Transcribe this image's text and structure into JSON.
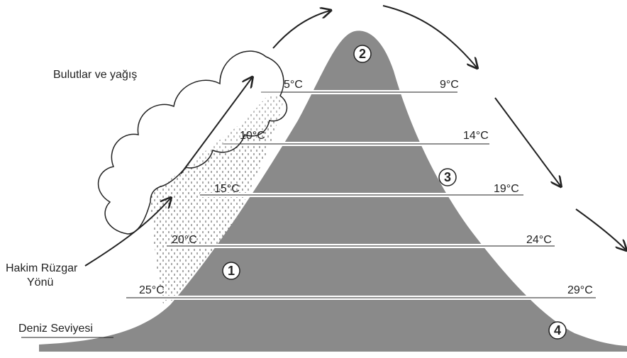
{
  "labels": {
    "clouds": "Bulutlar ve yağış",
    "wind_line1": "Hakim Rüzgar",
    "wind_line2": "Yönü",
    "sea_level": "Deniz Seviyesi"
  },
  "levels": [
    {
      "left": "5°C",
      "right": "9°C"
    },
    {
      "left": "10°C",
      "right": "14°C"
    },
    {
      "left": "15°C",
      "right": "19°C"
    },
    {
      "left": "20°C",
      "right": "24°C"
    },
    {
      "left": "25°C",
      "right": "29°C"
    }
  ],
  "markers": [
    "1",
    "2",
    "3",
    "4"
  ],
  "colors": {
    "mountain": "#8a8a8a",
    "band": "#ffffff",
    "outline": "#222222",
    "rain_dots": "#555555"
  }
}
